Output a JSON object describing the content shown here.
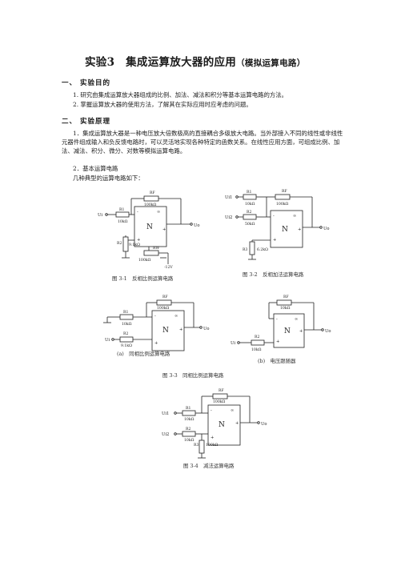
{
  "title": {
    "main": "实验3　集成运算放大器的应用",
    "sub": "（模拟运算电路）"
  },
  "section1": {
    "heading": "一、 实验目的",
    "items": [
      "1. 研究由集成运算放大器组成的比例、加法、减法和积分等基本运算电路的方法。",
      "2. 掌握运算放大器的使用方法，了解其在实际应用时应考虑的问题。"
    ]
  },
  "section2": {
    "heading": "二、 实验原理",
    "para1": "1．集成运算放大器是一种电压放大倍数极高的直接耦合多级放大电路。当外部接入不同的线性或非线性元器件组成输入和负反馈电路时，可以灵活地实现各种特定的函数关系。在线性应用方面，可组成比例、加法、减法、积分、微分、对数等模拟运算电路。",
    "item2": "2．基本运算电路",
    "intro": "几种典型的运算电路如下："
  },
  "fig1": {
    "caption": "图 3-1　反相比例运算电路",
    "labels": {
      "rf": "RF",
      "rf_val": "100kΩ",
      "r1": "R1",
      "r1_val": "10kΩ",
      "r2": "R2",
      "r2_val": "9.1kΩ",
      "rw": "RW",
      "rw_val": "100kΩ",
      "vin": "Ui",
      "vout": "Uo",
      "supply": "-12V",
      "n": "N",
      "inf": "∞",
      "minus": "-",
      "plus": "+"
    }
  },
  "fig2": {
    "caption": "图 3-2　反相加法运算电路",
    "labels": {
      "rf": "RF",
      "rf_val": "100kΩ",
      "r1": "R1",
      "r1_val": "10kΩ",
      "r2": "R2",
      "r2_val": "50kΩ",
      "r3": "R3",
      "r3_val": "6.2kΩ",
      "vin1": "Ui1",
      "vin2": "Ui2",
      "vout": "Uo",
      "n": "N",
      "inf": "∞",
      "minus": "-",
      "plus": "+"
    }
  },
  "fig3a": {
    "caption": "(a)　同相比例运算电路",
    "labels": {
      "rf": "RF",
      "rf_val": "100kΩ",
      "r1": "R1",
      "r1_val": "10kΩ",
      "r2": "R2",
      "r2_val": "9.1kΩ",
      "vin": "Ui",
      "vout": "Uo",
      "n": "N",
      "inf": "∞",
      "minus": "-",
      "plus": "+"
    }
  },
  "fig3b": {
    "caption": "(b)　电压跟随器",
    "labels": {
      "rf": "RF",
      "rf_val": "10kΩ",
      "r2": "R2",
      "r2_val": "10kΩ",
      "vin": "Ui",
      "vout": "Uo",
      "n": "N",
      "inf": "∞",
      "minus": "-",
      "plus": "+"
    }
  },
  "fig3_caption": "图 3-3　同相比例运算电路",
  "fig4": {
    "caption": "图 3-4　减法运算电路",
    "labels": {
      "rf": "RF",
      "rf_val": "100kΩ",
      "r1": "R1",
      "r1_val": "10kΩ",
      "r2": "R2",
      "r2_val": "10kΩ",
      "r3": "R3",
      "r3_val": "100kΩ",
      "vin1": "Ui1",
      "vin2": "Ui2",
      "vout": "Uo",
      "n": "N",
      "inf": "∞",
      "minus": "-",
      "plus": "+"
    }
  }
}
